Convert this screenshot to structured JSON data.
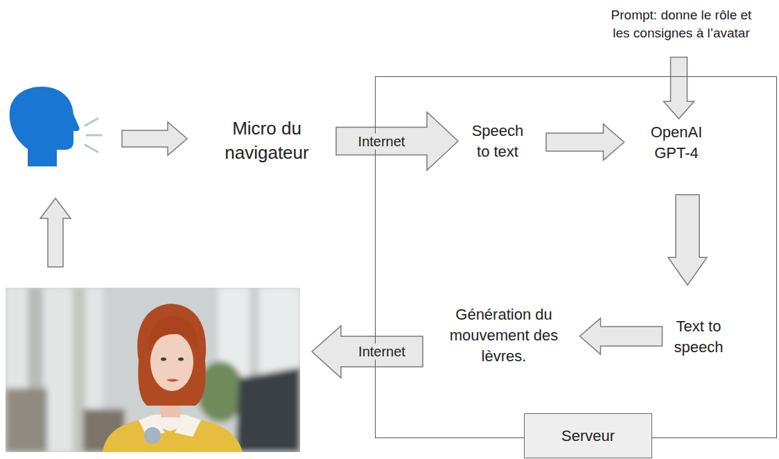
{
  "diagram": {
    "nodes": [
      {
        "text": [
          "Prompt: donne le rôle et les consignes à l’avatar"
        ]
      },
      {
        "text": [
          "Micro du navigateur"
        ]
      },
      {
        "text": [
          "Serveur"
        ]
      },
      {
        "text": [
          "Speech to text"
        ],
        "in": 2
      },
      {
        "text": [
          "OpenAI GPT-4"
        ],
        "in": 2
      },
      {
        "text": [
          "Text to speech"
        ],
        "in": 2
      },
      {
        "text": [
          "Génération du mouvement des lèvres."
        ],
        "in": 2
      }
    ],
    "edges": [
      {
        "from": 1,
        "to": 3,
        "label": "Internet",
        "arrow": "to"
      },
      {
        "from": 3,
        "to": 4,
        "arrow": "to"
      },
      {
        "from": 0,
        "to": 4,
        "arrow": "to"
      },
      {
        "from": 4,
        "to": 5,
        "arrow": "to"
      },
      {
        "from": 5,
        "to": 6,
        "arrow": "to"
      }
    ],
    "labels": [
      "Internet"
    ]
  }
}
